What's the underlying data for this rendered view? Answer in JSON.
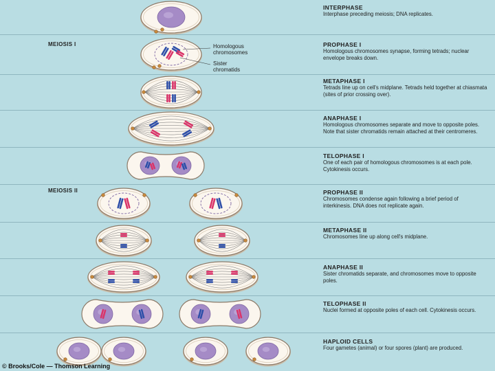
{
  "sections": {
    "meiosis1": "MEIOSIS I",
    "meiosis2": "MEIOSIS II"
  },
  "labels": {
    "homologous_line1": "Homologous",
    "homologous_line2": "chromosomes",
    "sister_line1": "Sister",
    "sister_line2": "chromatids"
  },
  "stages": [
    {
      "title": "INTERPHASE",
      "desc": "Interphase preceding meiosis; DNA replicates."
    },
    {
      "title": "PROPHASE I",
      "desc": "Homologous chromosomes synapse, forming tetrads; nuclear envelope breaks down."
    },
    {
      "title": "METAPHASE I",
      "desc": "Tetrads line up on cell's midplane. Tetrads held together at chiasmata (sites of prior crossing over)."
    },
    {
      "title": "ANAPHASE I",
      "desc": "Homologous chromosomes separate and move to opposite poles. Note that sister chromatids remain attached at their centromeres."
    },
    {
      "title": "TELOPHASE I",
      "desc": "One of each pair of homologous chromosomes is at each pole. Cytokinesis occurs."
    },
    {
      "title": "PROPHASE II",
      "desc": "Chromosomes condense again following a brief period of interkinesis. DNA does not replicate again."
    },
    {
      "title": "METAPHASE II",
      "desc": "Chromosomes line up along cell's midplane."
    },
    {
      "title": "ANAPHASE II",
      "desc": "Sister chromatids separate, and chromosomes move to opposite poles."
    },
    {
      "title": "TELOPHASE II",
      "desc": "Nuclei formed at opposite poles of each cell. Cytokinesis occurs."
    },
    {
      "title": "HAPLOID CELLS",
      "desc": "Four gametes (animal) or four spores (plant) are produced."
    }
  ],
  "credit": "© Brooks/Cole — Thomson Learning",
  "colors": {
    "background": "#b9dde3",
    "cell_fill": "#fbf6ee",
    "cell_edge": "#8c7a68",
    "nucleus": "#a58bc6",
    "chromosome_red": "#d9356a",
    "chromosome_blue": "#2e4fa8",
    "centriole": "#c98a3e",
    "spindle": "#6e6e6e"
  }
}
